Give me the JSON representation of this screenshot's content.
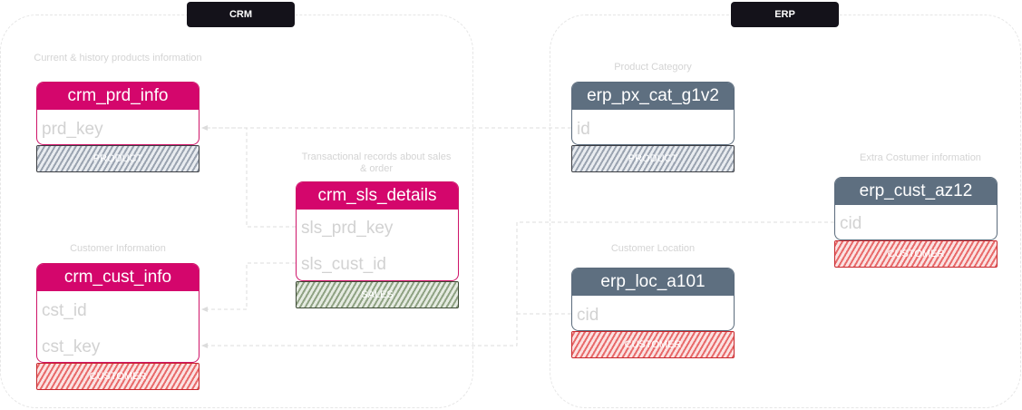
{
  "groups": {
    "crm": {
      "label": "CRM"
    },
    "erp": {
      "label": "ERP"
    }
  },
  "captions": {
    "crm_prd": "Current & history products information",
    "crm_cust": "Customer Information",
    "crm_sls": "Transactional records about sales & order",
    "erp_px": "Product Category",
    "erp_loc": "Customer Location",
    "erp_cust": "Extra Costumer information"
  },
  "tables": {
    "crm_prd_info": {
      "name": "crm_prd_info",
      "fields": [
        "prd_key"
      ],
      "tag": "PRODUCT"
    },
    "crm_cust_info": {
      "name": "crm_cust_info",
      "fields": [
        "cst_id",
        "cst_key"
      ],
      "tag": "CUSTOMER"
    },
    "crm_sls_details": {
      "name": "crm_sls_details",
      "fields": [
        "sls_prd_key",
        "sls_cust_id"
      ],
      "tag": "SALES"
    },
    "erp_px_cat_g1v2": {
      "name": "erp_px_cat_g1v2",
      "fields": [
        "id"
      ],
      "tag": "PRODUCT"
    },
    "erp_loc_a101": {
      "name": "erp_loc_a101",
      "fields": [
        "cid"
      ],
      "tag": "CUSTOMER"
    },
    "erp_cust_az12": {
      "name": "erp_cust_az12",
      "fields": [
        "cid"
      ],
      "tag": "CUSTOMER"
    }
  },
  "colors": {
    "crm_header": "#d4066c",
    "erp_header": "#5e6f80",
    "product_tag": "#9aa3b0",
    "customer_tag": "#e86a6a",
    "sales_tag": "#8fa283",
    "connector": "#dcdcdc"
  }
}
